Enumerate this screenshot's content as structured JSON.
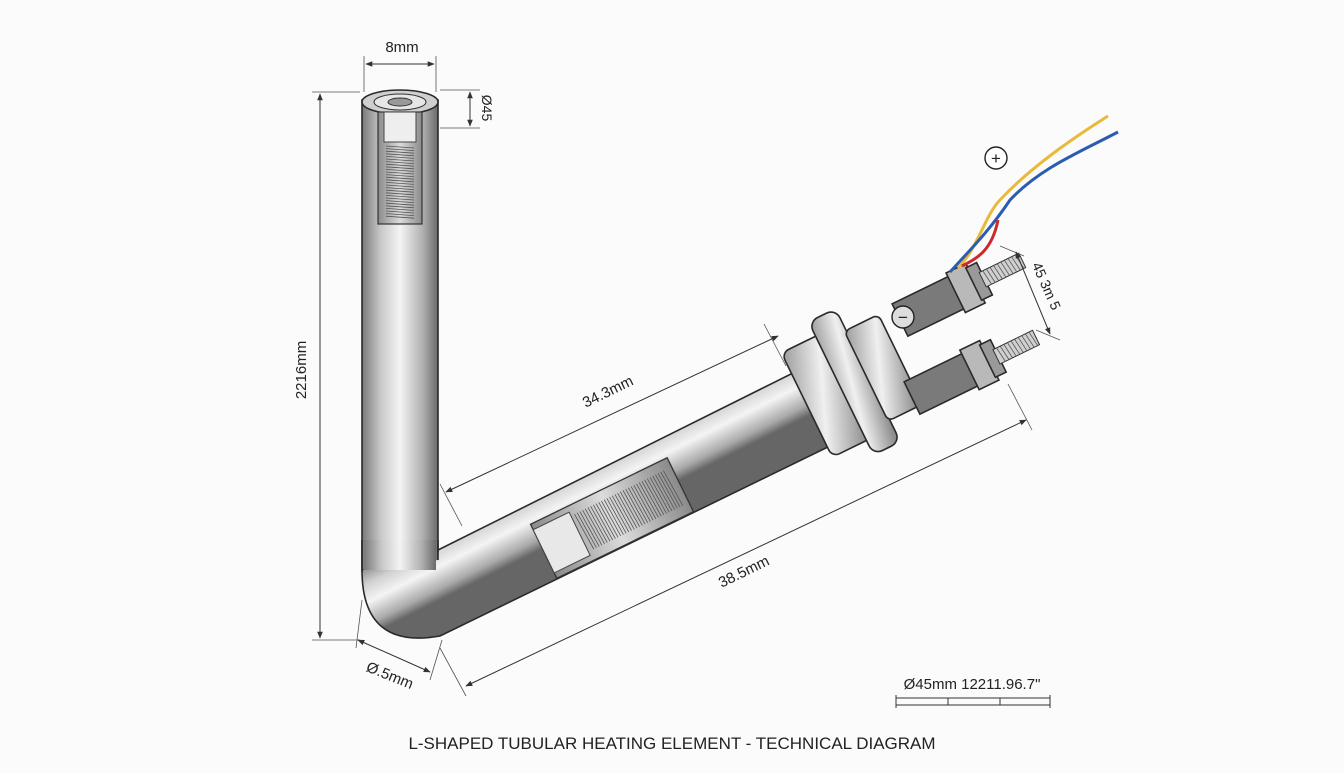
{
  "diagram": {
    "title": "L-SHAPED TUBULAR HEATING ELEMENT - TECHNICAL DIAGRAM",
    "dimensions": {
      "top_width": "8mm",
      "inner_dia": "Ø45",
      "vertical_length": "2216mm",
      "upper_leg_length": "34.3mm",
      "lower_leg_length": "38.5mm",
      "bend_dia": "Ø.5mm",
      "terminal_length": "45 3m 5",
      "scale_note": "Ø45mm 12211.96.7\""
    },
    "polarity": {
      "positive": "+",
      "negative": "−"
    },
    "wire_colors": {
      "yellow": "#e8b93a",
      "blue": "#2a5db0",
      "red": "#cc2a2a"
    },
    "accent": {
      "metal_dark": "#6e6e6e",
      "metal_light": "#f2f2f2",
      "outline": "#2a2a2a"
    }
  }
}
